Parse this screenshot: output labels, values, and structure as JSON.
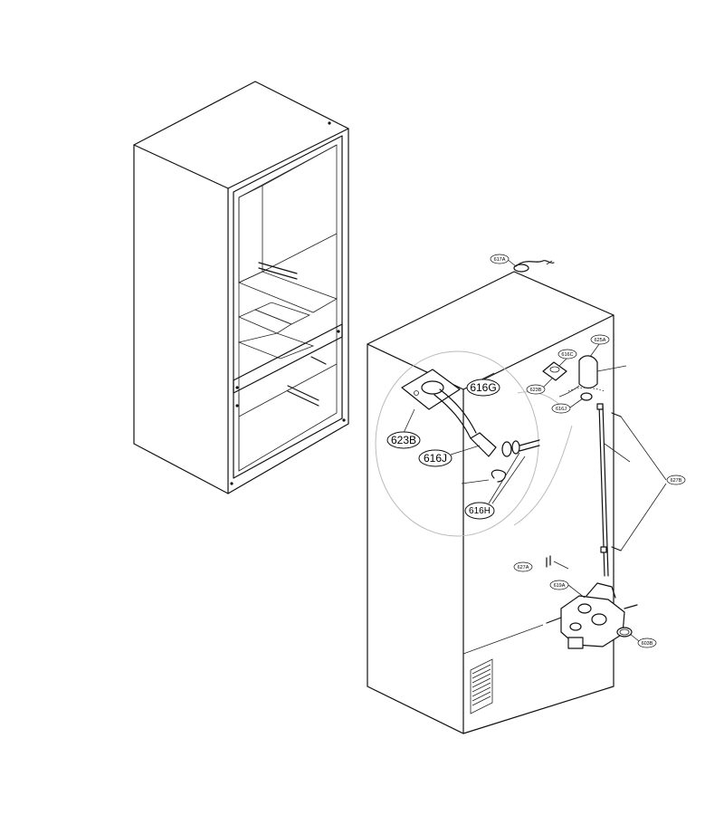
{
  "callouts": {
    "c616G": "616G",
    "c623B_big": "623B",
    "c616J_big": "616J",
    "c616H": "616H",
    "c617A": "617A",
    "c625A": "625A",
    "c616C": "616C",
    "c623B_sm": "623B",
    "c616J_sm": "616J",
    "c627B": "627B",
    "c627A": "627A",
    "c619A": "619A",
    "c603B": "603B"
  },
  "colors": {
    "line": "#111111",
    "background": "#ffffff",
    "detail_circle": "#bbbbbb"
  }
}
